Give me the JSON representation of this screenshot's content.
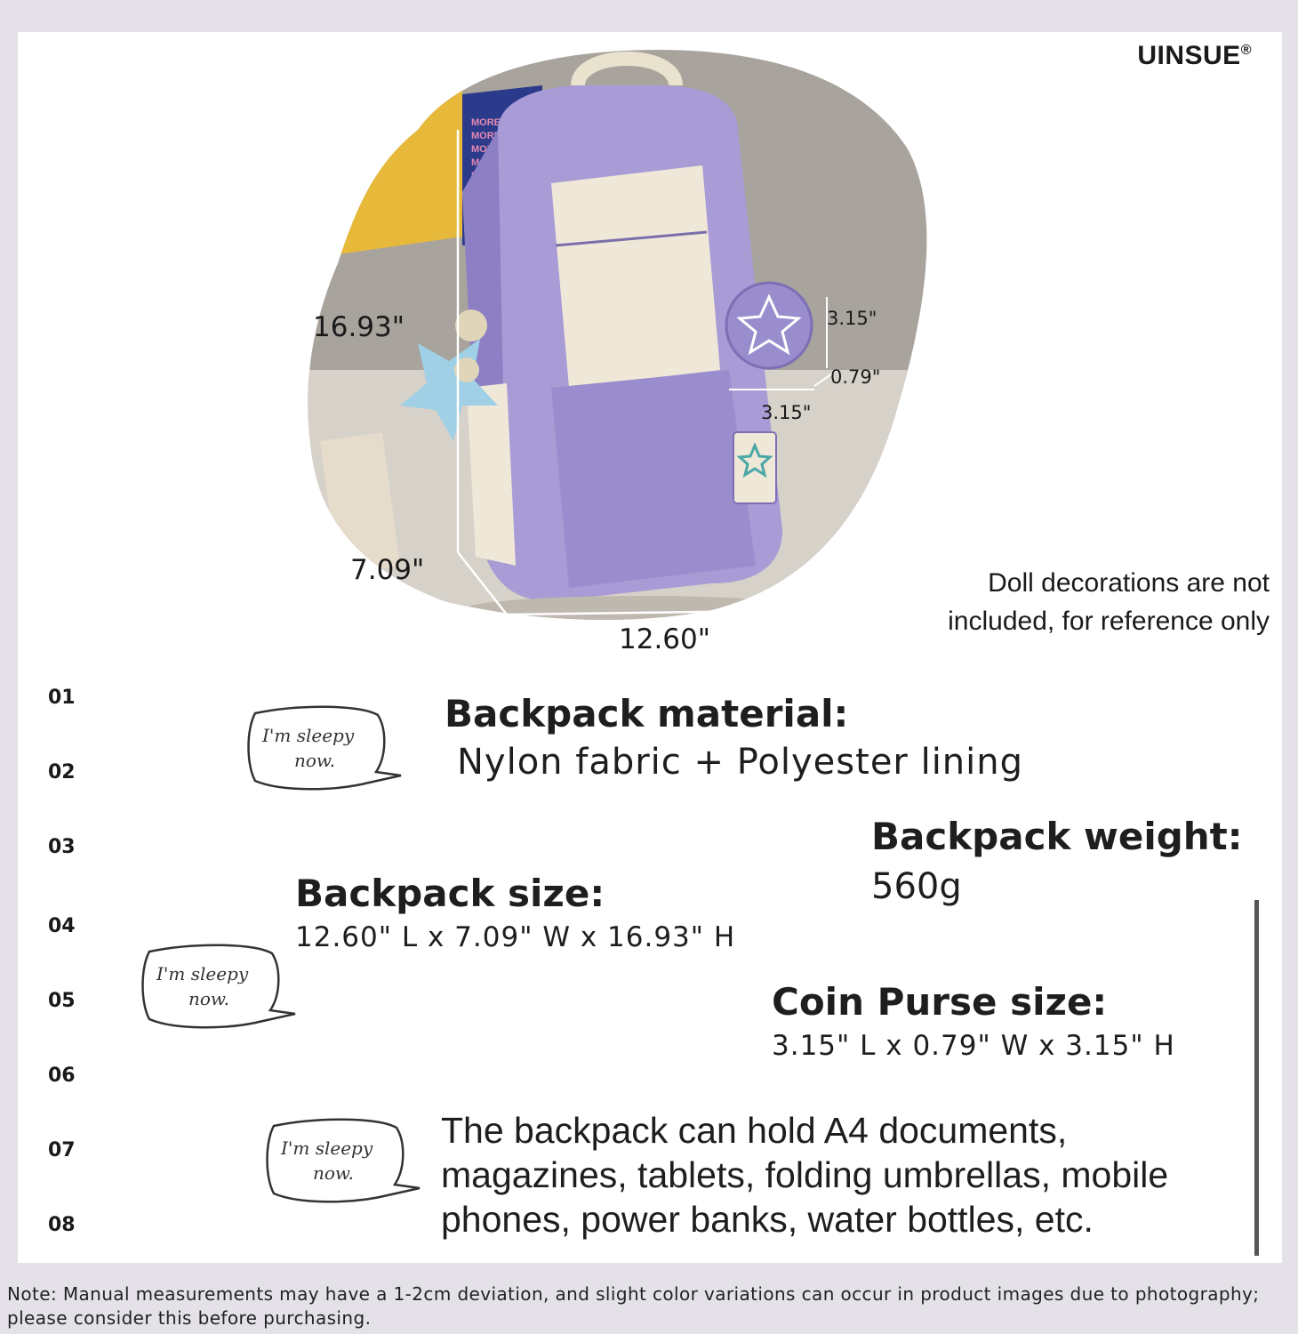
{
  "brand": {
    "name": "UINSUE",
    "mark": "®"
  },
  "dimensions": {
    "height": "16.93\"",
    "depth": "7.09\"",
    "width": "12.60\"",
    "purse_height": "3.15\"",
    "purse_depth": "0.79\"",
    "purse_width": "3.15\""
  },
  "doll_note": [
    "Doll decorations are not",
    "included, for reference only"
  ],
  "row_numbers": [
    "01",
    "02",
    "03",
    "04",
    "05",
    "06",
    "07",
    "08"
  ],
  "bubble_text": [
    "I'm sleepy",
    "now."
  ],
  "specs": {
    "material_title": "Backpack material:",
    "material_value": "Nylon fabric + Polyester lining",
    "weight_title": "Backpack weight:",
    "weight_value": "560g",
    "size_title": "Backpack size:",
    "size_value": "12.60\" L x 7.09\" W x 16.93\" H",
    "purse_title": "Coin Purse size:",
    "purse_value": "3.15\" L x 0.79\" W x 3.15\" H"
  },
  "usage_text": "The backpack can hold A4 documents, magazines, tablets, folding umbrellas, mobile phones, power banks, water bottles, etc.",
  "footnote": "Note: Manual measurements may have a 1-2cm deviation, and slight color variations can occur in product images due to photography; please consider this before purchasing.",
  "colors": {
    "backpack": "#a89bd6",
    "backpack_dark": "#8d7fc4",
    "panel": "#efe8d8",
    "wall": "#a8a39c",
    "charm": "#9fd0e6"
  }
}
